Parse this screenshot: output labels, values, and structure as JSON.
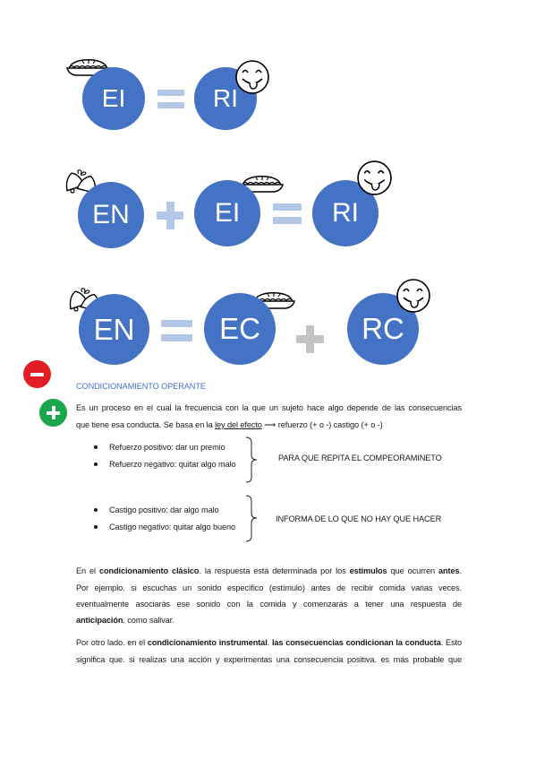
{
  "diagram": {
    "row1": {
      "a": "EI",
      "op1": "equals-sign",
      "b": "RI"
    },
    "row2": {
      "a": "EN",
      "op1": "plus-sign",
      "b": "EI",
      "op2": "equals-sign",
      "c": "RI"
    },
    "row3": {
      "a": "EN",
      "op1": "equals-sign",
      "b": "EC",
      "op2": "plus-sign",
      "c": "RC"
    },
    "icons": {
      "pie": "pie-icon",
      "bells": "bells-icon",
      "smiley": "smiley-tongue-icon",
      "minus": "minus-circle-icon",
      "plus": "plus-circle-icon"
    },
    "colors": {
      "circle": "#4472c4",
      "operator": "#b4c7e7",
      "operator_gray": "#c3c3c3",
      "minus": "#e31d24",
      "plus": "#1aa64a",
      "title": "#4472c4"
    }
  },
  "section_title": "CONDICIONAMIENTO OPERANTE",
  "intro": {
    "line1": "Es un proceso en el cual la frecuencia con la que un sujeto hace algo depende de las consecuencias",
    "line2_before": "que tiene esa conducta. Se basa en la ",
    "line2_link": "ley del efecto",
    "line2_after": " ⟶ refuerzo (+ o -) castigo (+ o -)"
  },
  "refuerzo": {
    "items": [
      "Refuerzo positivo: dar un premio",
      "Refuerzo negativo: quitar algo malo"
    ],
    "note": "PARA QUE REPITA EL COMPEORAMINETO"
  },
  "castigo": {
    "items": [
      "Castigo positivo: dar algo malo",
      "Castigo negativo: quitar algo bueno"
    ],
    "note": "INFORMA DE LO QUE NO HAY QUE HACER"
  },
  "paragraph1": {
    "l1": [
      "En el ",
      "condicionamiento clásico",
      ". la respuesta está determinada por los ",
      "estímulos",
      " que ocurren ",
      "antes",
      "."
    ],
    "l2": "Por ejemplo. si escuchas un sonido específico (estímulo) antes de recibir comida varias veces.",
    "l3": "eventualmente asociarás ese sonido con la comida y comenzarás a tener una respuesta de",
    "l4": [
      "anticipación",
      ". como salivar."
    ]
  },
  "paragraph2": {
    "l1": [
      "Por otro lado. en el ",
      "condicionamiento instrumental",
      ". ",
      "las consecuencias condicionan la conducta",
      ". Esto"
    ],
    "l2": "significa que. si realizas una acción y experimentas una consecuencia positiva. es más probable que"
  }
}
